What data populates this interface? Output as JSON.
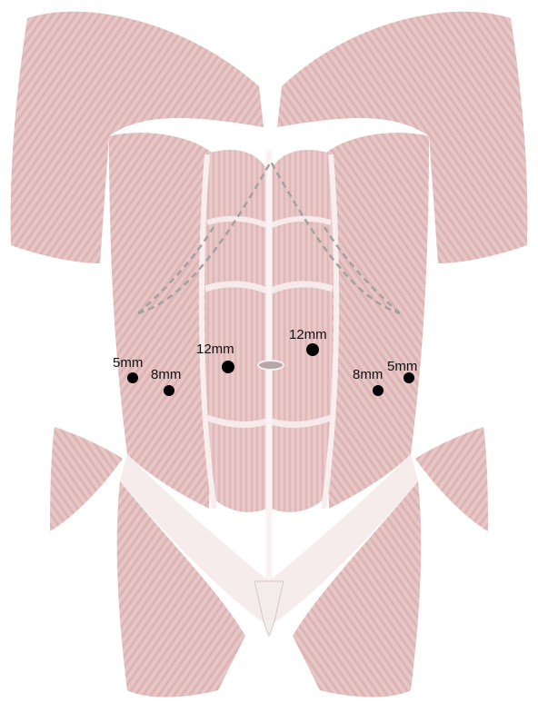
{
  "colors": {
    "muscle": "#e7c4c4",
    "muscle_dark": "#c99a9b",
    "fascia": "#f7efef",
    "port": "#000000",
    "incision_line": "#9a9a9a"
  },
  "ports": [
    {
      "id": "left-5mm",
      "label": "5mm"
    },
    {
      "id": "left-8mm",
      "label": "8mm"
    },
    {
      "id": "left-12mm",
      "label": "12mm"
    },
    {
      "id": "right-12mm",
      "label": "12mm"
    },
    {
      "id": "right-8mm",
      "label": "8mm"
    },
    {
      "id": "right-5mm",
      "label": "5mm"
    }
  ]
}
